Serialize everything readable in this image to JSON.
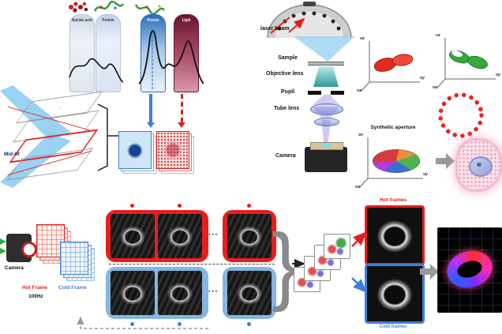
{
  "spectral": {
    "bars": [
      {
        "label": "Nucleic acid"
      },
      {
        "label": "Protein"
      },
      {
        "label": "Protein"
      },
      {
        "label": "Lipid"
      }
    ]
  },
  "tissue": {
    "midir": "Mid-IR"
  },
  "optics": {
    "laser_beam": "laser beam",
    "sample": "Sample",
    "objective": "Objective lens",
    "pupil": "Pupil",
    "tube_lens": "Tube lens",
    "camera": "Camera"
  },
  "kspace": {
    "ax": "νx",
    "ay": "νy",
    "az": "νz",
    "synthetic": "Synthetic aperture"
  },
  "workflow": {
    "camera": "Camera",
    "hot_frame": "Hot Frame",
    "rate": "100Hz",
    "cold_frame": "Cold Frame",
    "ellipsis": "···",
    "brace": "}",
    "hot_label": "Hot frames",
    "cold_label": "Cold frames"
  }
}
